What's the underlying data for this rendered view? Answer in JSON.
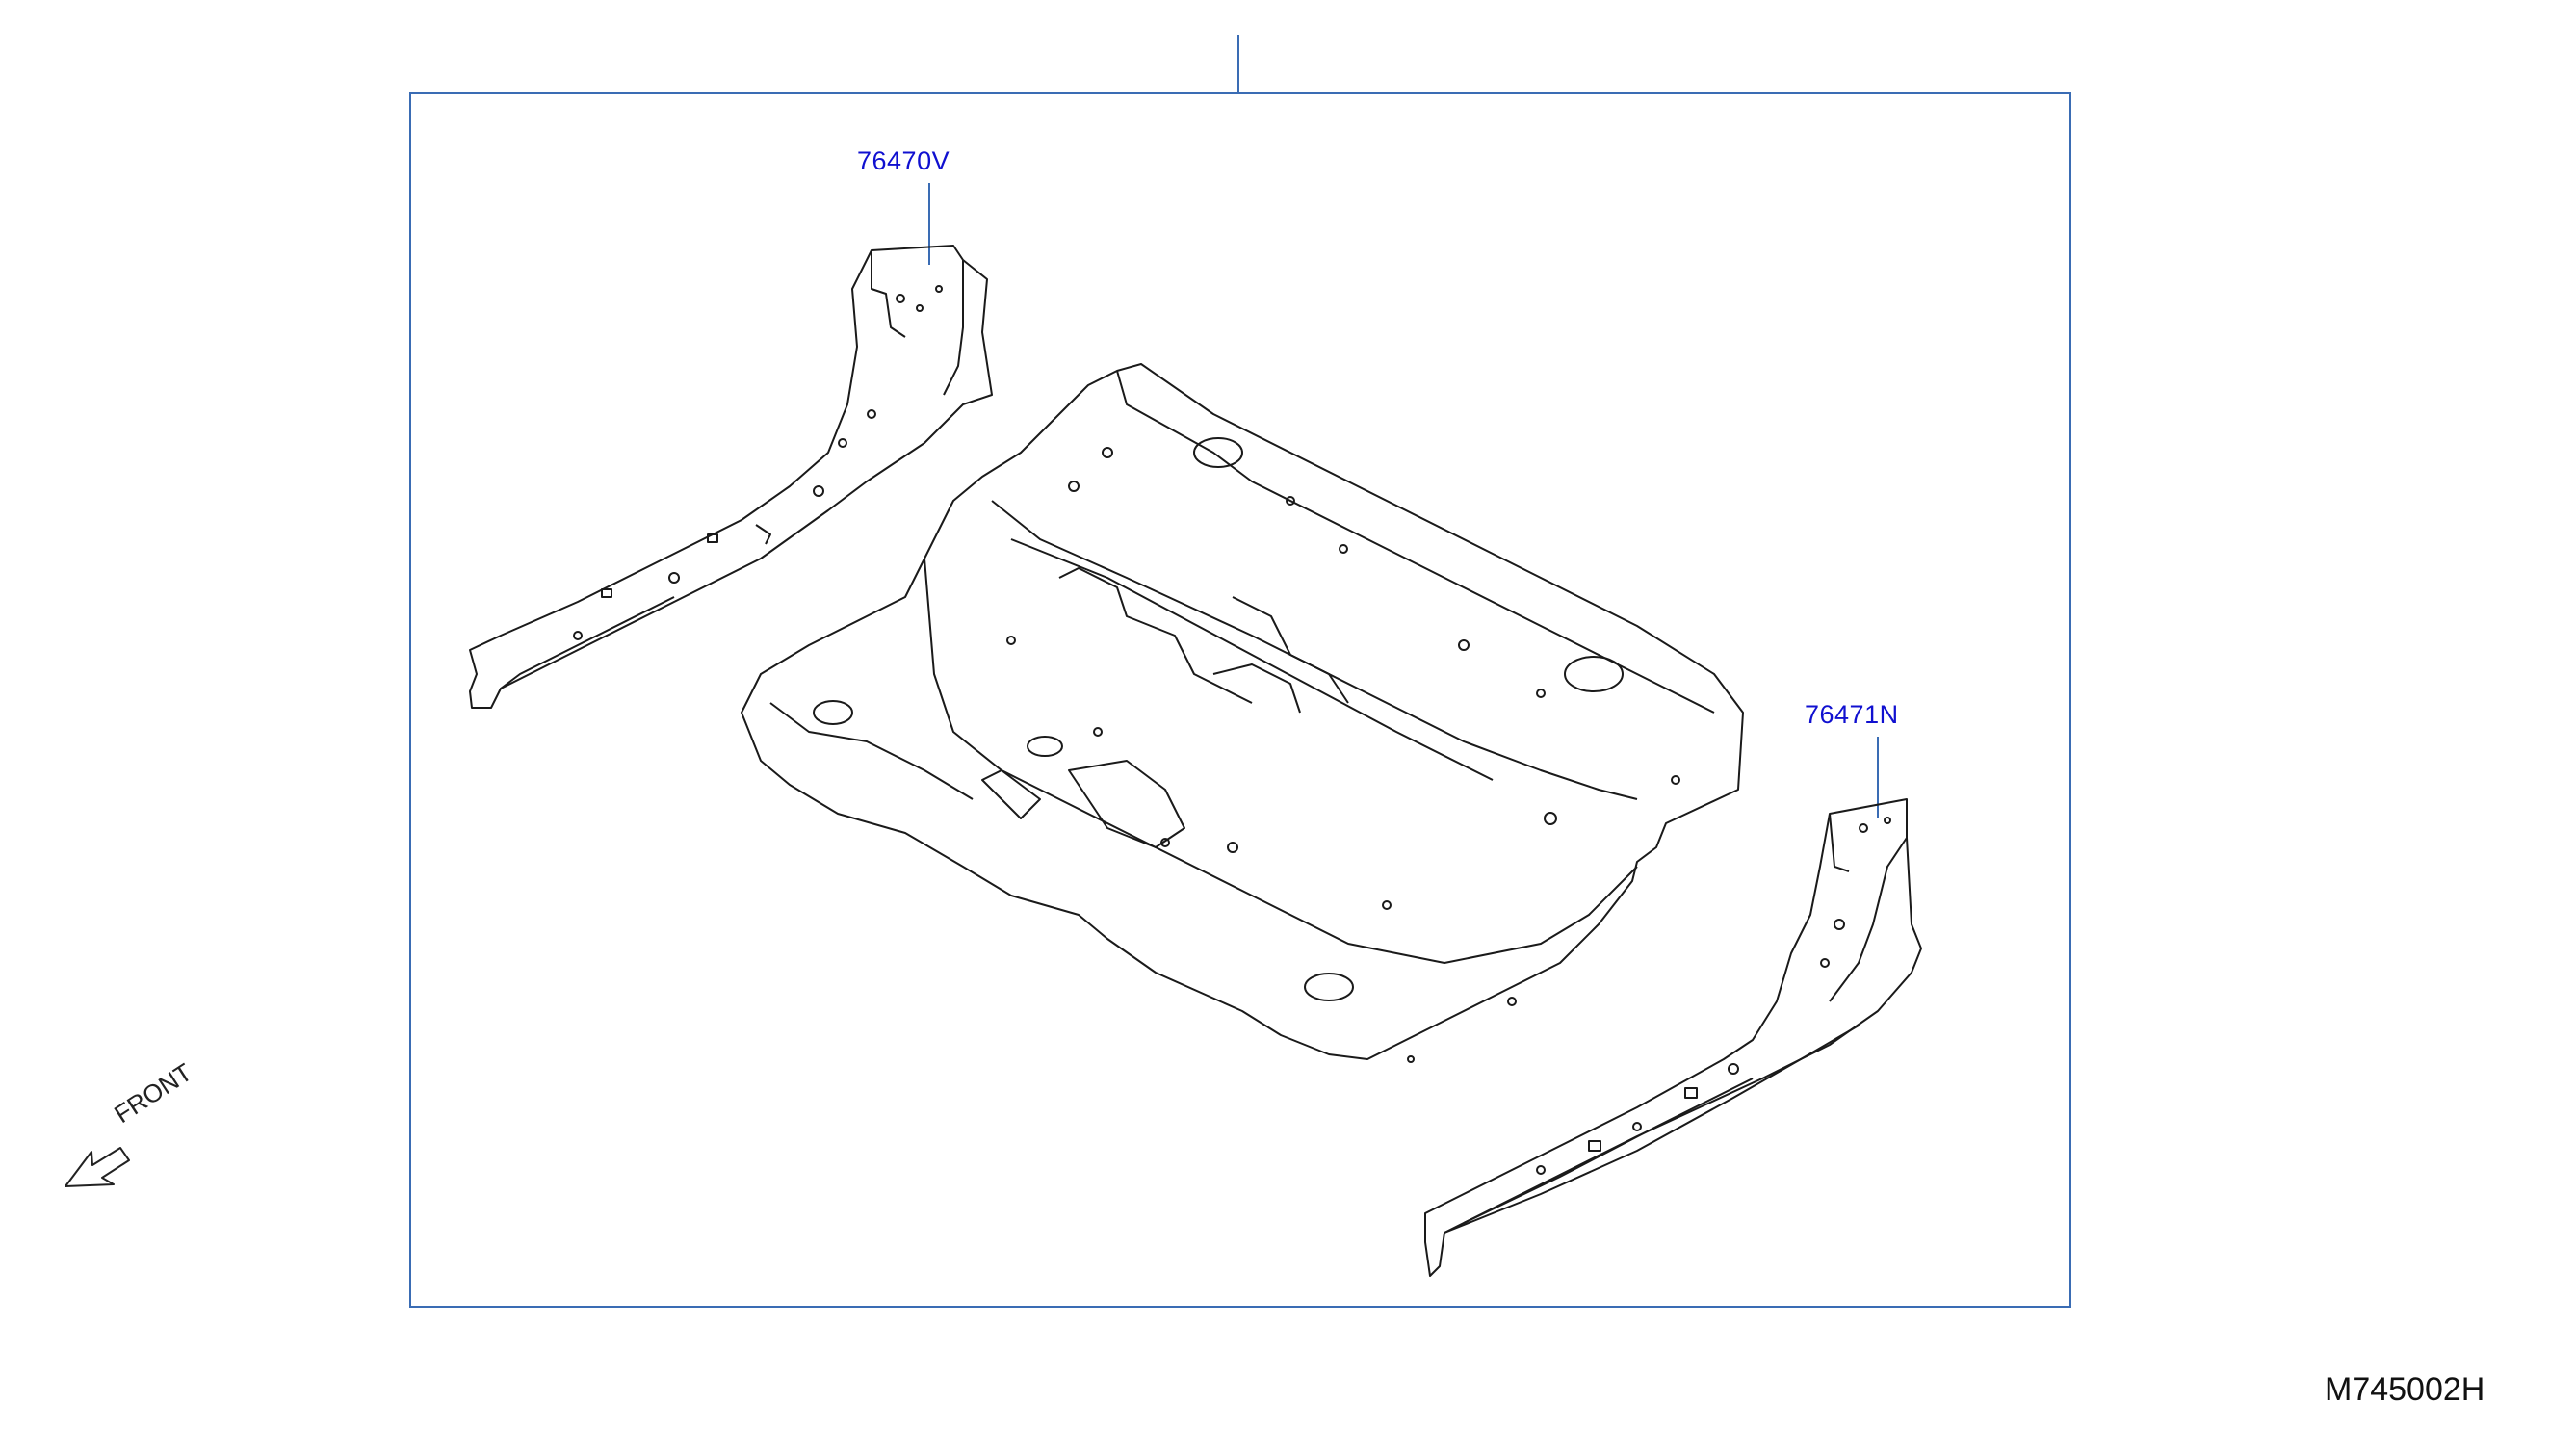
{
  "diagram": {
    "parts": [
      {
        "part_number": "76470V"
      },
      {
        "part_number": "76471N"
      }
    ],
    "direction_label": "FRONT",
    "reference_code": "M745002H",
    "colors": {
      "frame": "#3a6cb4",
      "callout_text": "#1010d0",
      "line_art": "#1a1a1a"
    }
  }
}
